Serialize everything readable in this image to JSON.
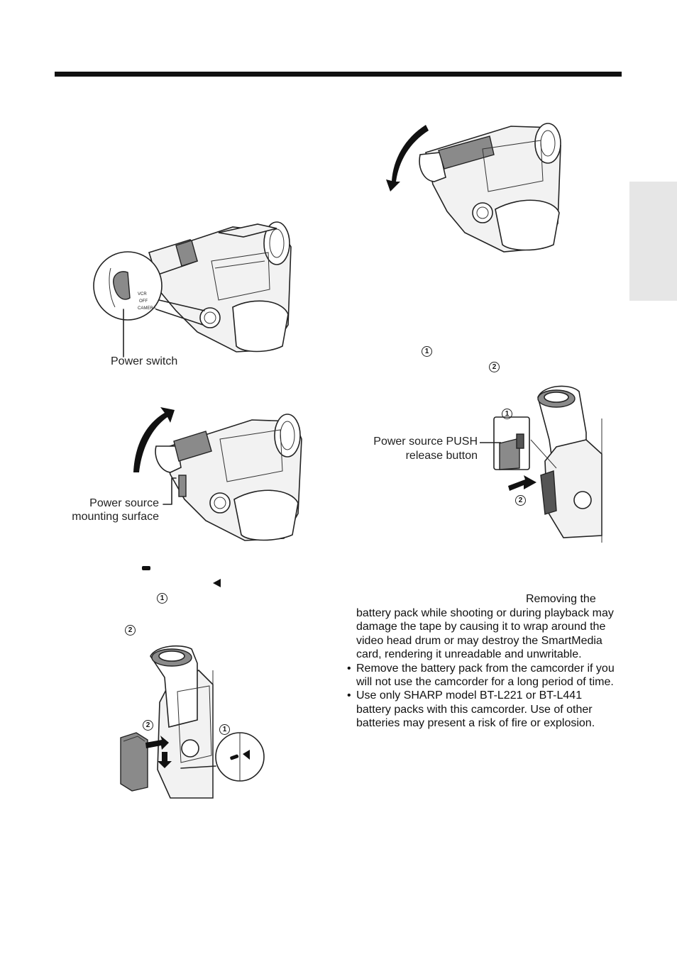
{
  "labels": {
    "power_switch": "Power switch",
    "mounting_surface_line1": "Power source",
    "mounting_surface_line2": "mounting surface",
    "push_button_line1": "Power source PUSH",
    "push_button_line2": "release button",
    "switch_vcr": "VCR",
    "switch_off": "OFF",
    "switch_camera": "CAMERA"
  },
  "steps": {
    "one": "1",
    "two": "2"
  },
  "notes": {
    "removing_fragment": "Removing the",
    "first_note_body": "battery pack while shooting or during playback may damage the tape by causing it to wrap around the video head drum or may destroy the SmartMedia card, rendering it unreadable and unwritable.",
    "bullet_remove_pack": "Remove the battery pack from the camcorder if you will not use the camcorder for a long period of time.",
    "bullet_sharp_models": "Use only SHARP model BT-L221 or BT-L441 battery packs with this camcorder. Use of other batteries may present a risk of fire or explosion."
  },
  "icons": [
    "camcorder-illustration",
    "power-switch-detail",
    "rotate-arrow",
    "battery-pack",
    "mark-alignment-detail"
  ],
  "colors": {
    "rule": "#111111",
    "side_tab": "#e6e6e6"
  }
}
